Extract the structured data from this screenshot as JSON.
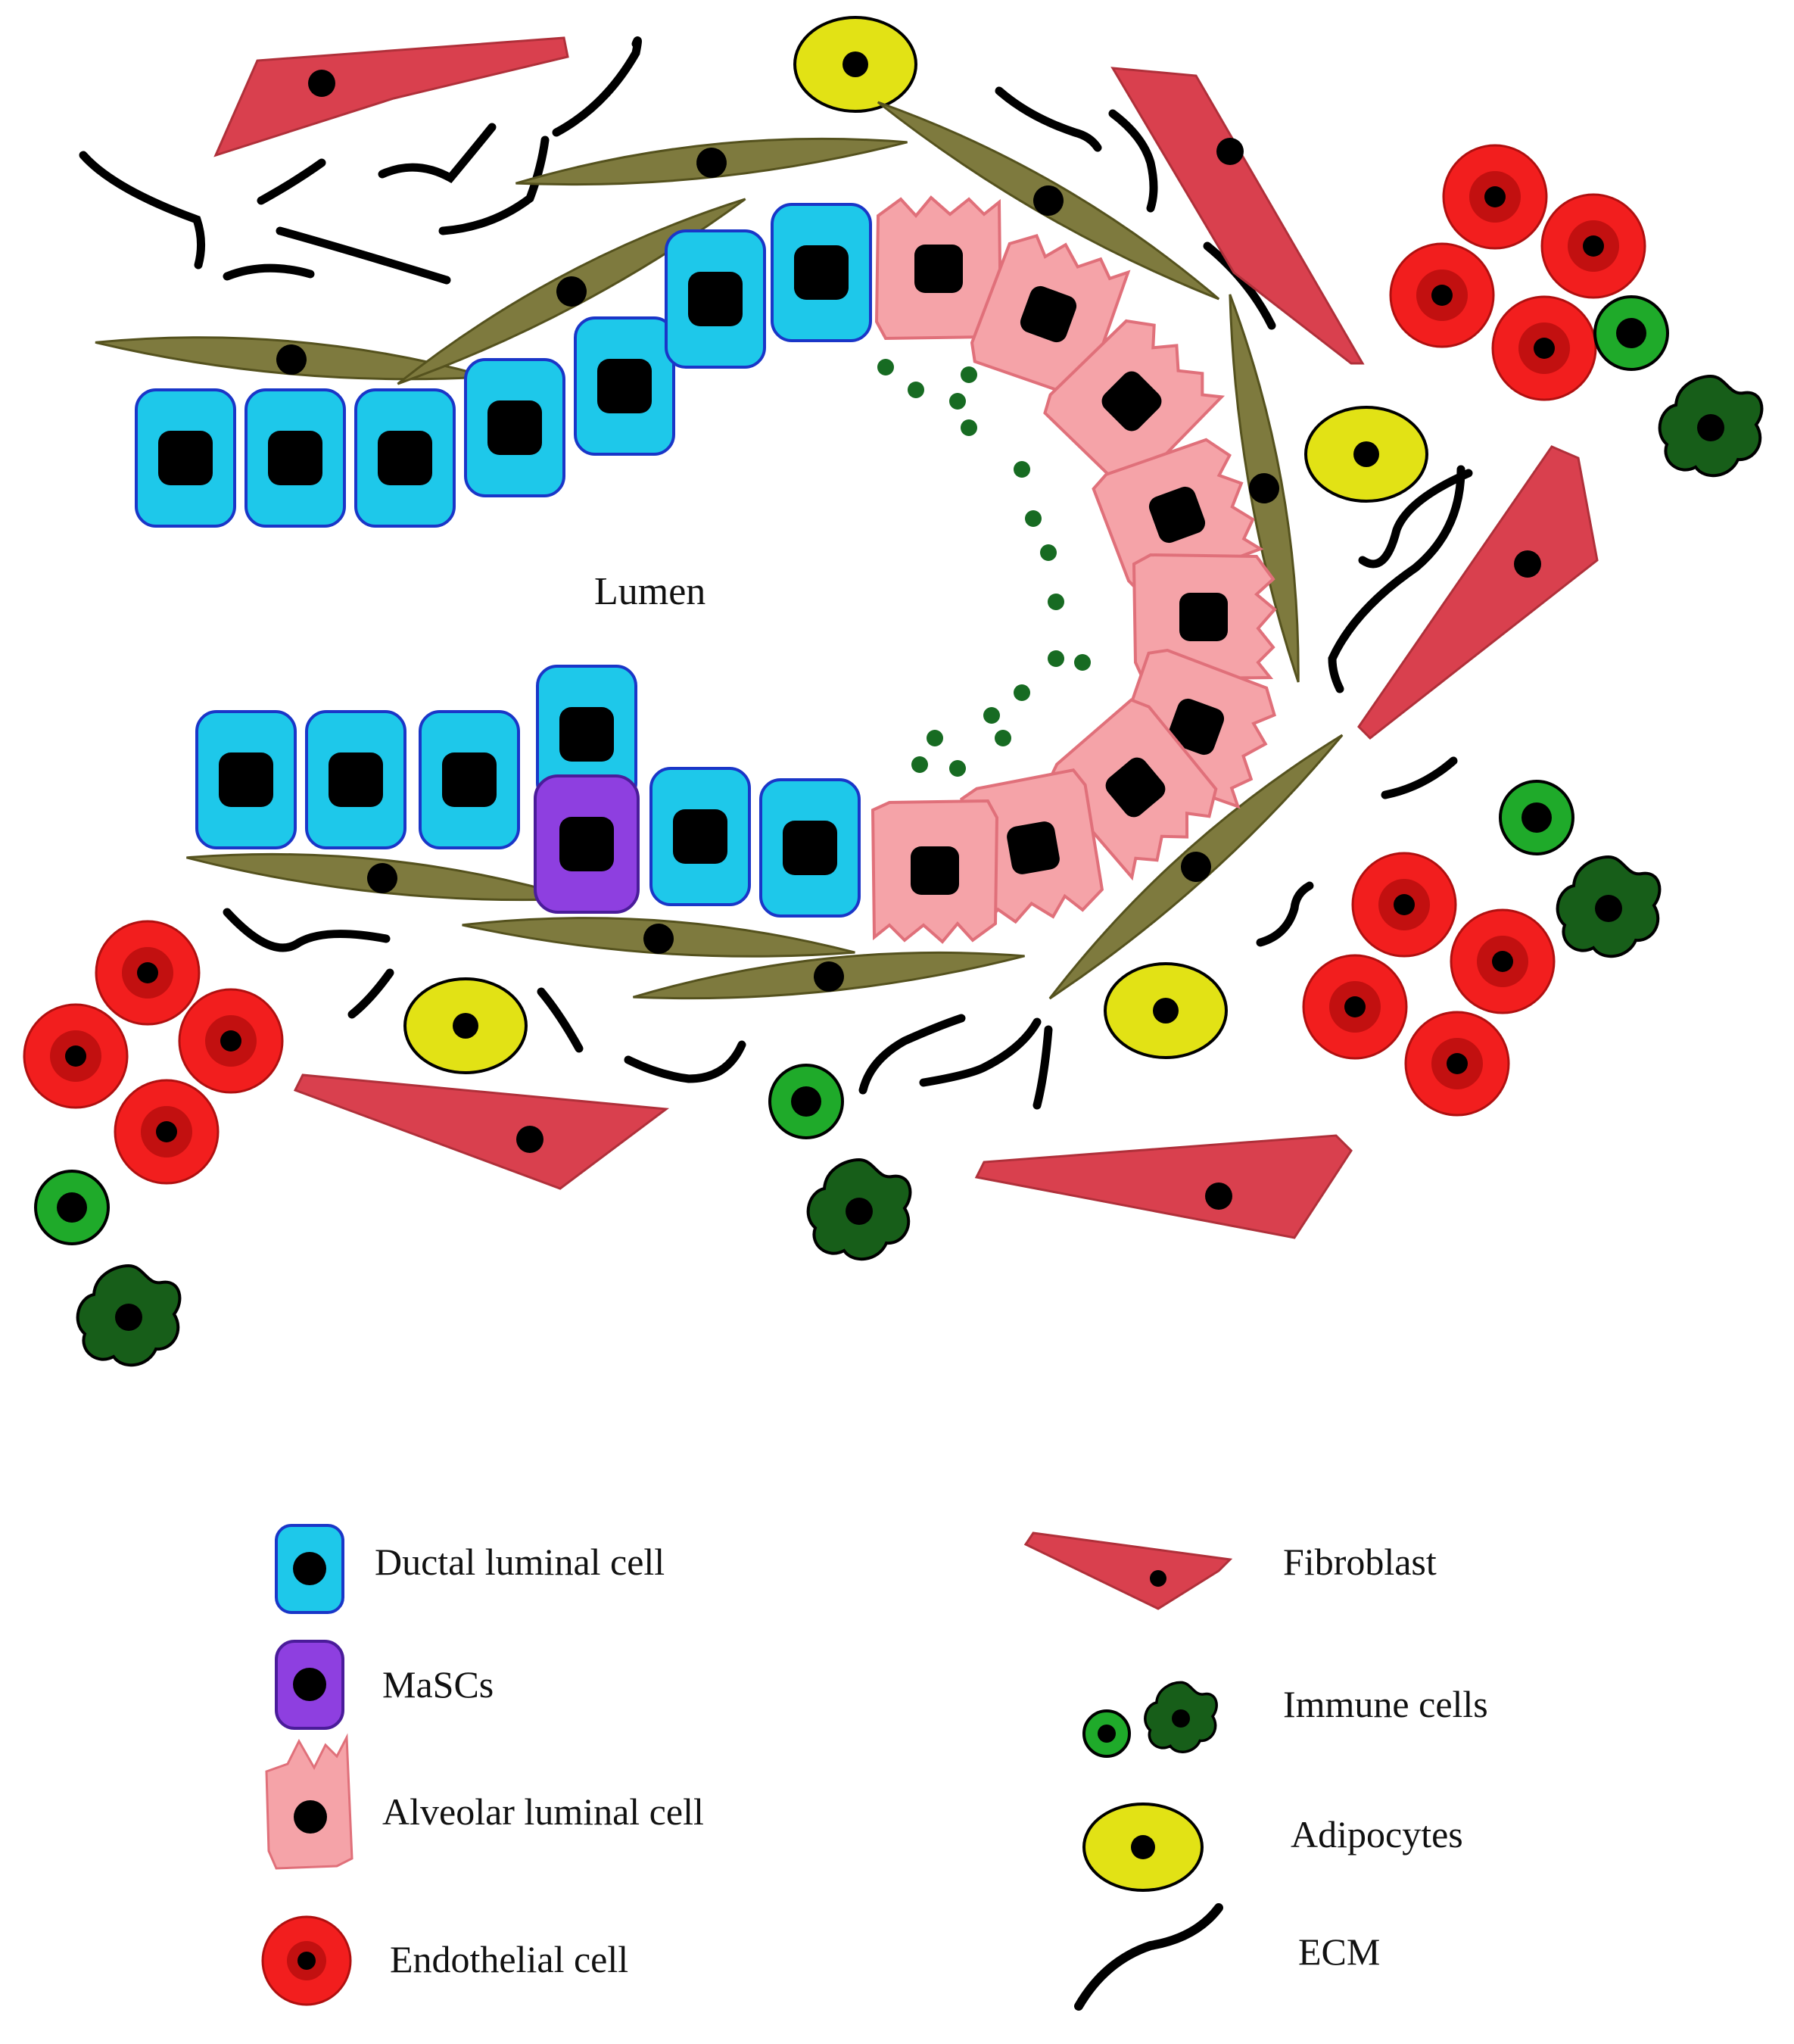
{
  "diagram": {
    "lumen_label": "Lumen",
    "colors": {
      "ductal": "#1EC8EA",
      "ductal_stroke": "#1A36C8",
      "masc": "#8E3FE0",
      "masc_stroke": "#4A1C9A",
      "alveolar": "#F5A3A8",
      "alveolar_stroke": "#E0707A",
      "endothelial": "#F21E1E",
      "fibroblast": "#D9404E",
      "immune_light": "#1FAA2A",
      "immune_dark": "#175E19",
      "adipocyte": "#E2E215",
      "myoepithelial": "#7E7A3E",
      "ecm": "#000000",
      "secretion": "#176B22"
    }
  },
  "legend": {
    "items": [
      {
        "key": "ductal",
        "label": "Ductal luminal cell",
        "icon": "ductal-cell-icon"
      },
      {
        "key": "masc",
        "label": "MaSCs",
        "icon": "masc-cell-icon"
      },
      {
        "key": "alveolar",
        "label": "Alveolar luminal cell",
        "icon": "alveolar-cell-icon"
      },
      {
        "key": "endothelial",
        "label": "Endothelial cell",
        "icon": "endothelial-cell-icon"
      },
      {
        "key": "fibroblast",
        "label": "Fibroblast",
        "icon": "fibroblast-icon"
      },
      {
        "key": "immune",
        "label": "Immune cells",
        "icon": "immune-cells-icon"
      },
      {
        "key": "adipocyte",
        "label": "Adipocytes",
        "icon": "adipocyte-icon"
      },
      {
        "key": "ecm",
        "label": "ECM",
        "icon": "ecm-icon"
      }
    ]
  }
}
